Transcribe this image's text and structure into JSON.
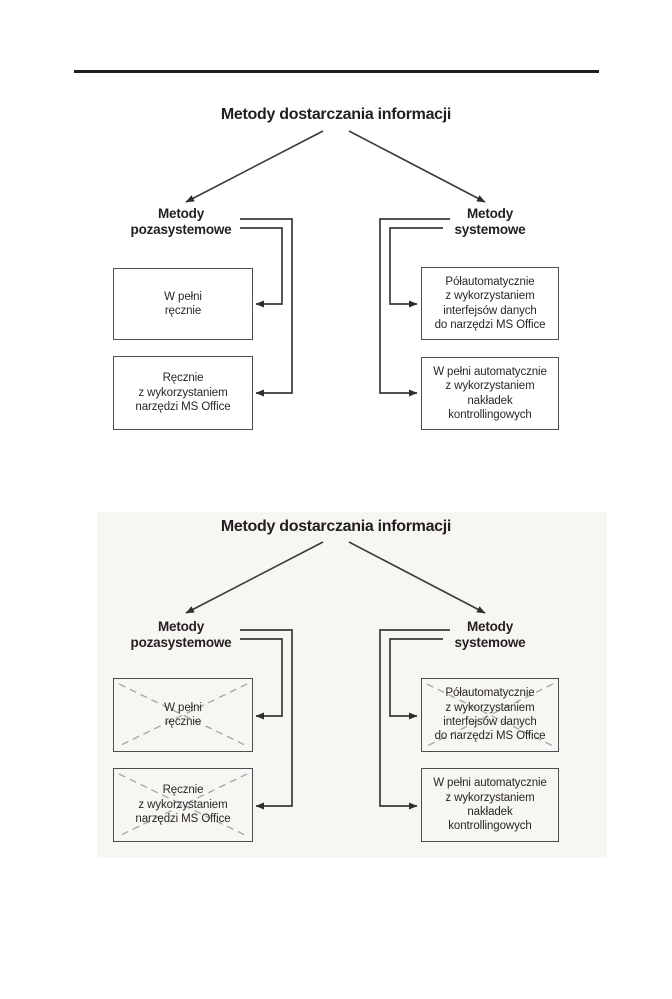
{
  "page": {
    "type": "scanned-book-figure",
    "text_color": "#231f20",
    "line_color": "#3a3a3a",
    "box_border_color": "#4d4d4f",
    "dashed_cross_color": "#a9a9a9",
    "diagram2_background": "#f7f6f2"
  },
  "diagrams": [
    {
      "title": "Metody dostarczania informacji",
      "left_branch": {
        "label": "Metody\npozasystemowe",
        "boxes": [
          {
            "text": "W pełni\nręcznie",
            "crossed_out": false
          },
          {
            "text": "Ręcznie\nz wykorzystaniem\nnarzędzi MS Office",
            "crossed_out": false
          }
        ]
      },
      "right_branch": {
        "label": "Metody\nsystemowe",
        "boxes": [
          {
            "text": "Półautomatycznie\nz wykorzystaniem\ninterfejsów danych\ndo narzędzi MS Office",
            "crossed_out": false
          },
          {
            "text": "W pełni automatycznie\nz wykorzystaniem\nnakładek\nkontrollingowych",
            "crossed_out": false
          }
        ]
      }
    },
    {
      "title": "Metody dostarczania informacji",
      "left_branch": {
        "label": "Metody\npozasystemowe",
        "boxes": [
          {
            "text": "W pełni\nręcznie",
            "crossed_out": true
          },
          {
            "text": "Ręcznie\nz wykorzystaniem\nnarzędzi MS Office",
            "crossed_out": true
          }
        ]
      },
      "right_branch": {
        "label": "Metody\nsystemowe",
        "boxes": [
          {
            "text": "Półautomatycznie\nz wykorzystaniem\ninterfejsów danych\ndo narzędzi MS Office",
            "crossed_out": true
          },
          {
            "text": "W pełni automatycznie\nz wykorzystaniem\nnakładek\nkontrollingowych",
            "crossed_out": false
          }
        ]
      }
    }
  ]
}
